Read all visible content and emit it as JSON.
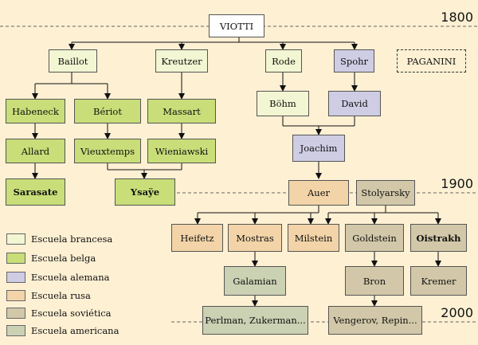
{
  "colors": {
    "background": "#fdf0d3",
    "frances": "#f3f6d2",
    "belga": "#c9de78",
    "alemana": "#cfcde4",
    "rusa": "#f2d4a8",
    "sovietica": "#d2c8a9",
    "americana": "#cbd1b3",
    "white": "#ffffff"
  },
  "years": {
    "y1800": "1800",
    "y1900": "1900",
    "y2000": "2000"
  },
  "nodes": {
    "viotti": "VIOTTI",
    "baillot": "Baillot",
    "kreutzer": "Kreutzer",
    "rode": "Rode",
    "spohr": "Spohr",
    "paganini": "PAGANINI",
    "habeneck": "Habeneck",
    "beriot": "Bériot",
    "massart": "Massart",
    "bohm": "Böhm",
    "david": "David",
    "allard": "Allard",
    "vieuxtemps": "Vieuxtemps",
    "wieniawski": "Wieniawski",
    "joachim": "Joachim",
    "sarasate": "Sarasate",
    "ysaye": "Ysaÿe",
    "auer": "Auer",
    "stolyarsky": "Stolyarsky",
    "heifetz": "Heifetz",
    "mostras": "Mostras",
    "milstein": "Milstein",
    "goldstein": "Goldstein",
    "oistrakh": "Oistrakh",
    "galamian": "Galamian",
    "bron": "Bron",
    "kremer": "Kremer",
    "perlman": "Perlman, Zukerman...",
    "vengerov": "Vengerov, Repin..."
  },
  "legend": [
    {
      "label": "Escuela brancesa",
      "color": "#f3f6d2"
    },
    {
      "label": "Escuela belga",
      "color": "#c9de78"
    },
    {
      "label": "Escuela alemana",
      "color": "#cfcde4"
    },
    {
      "label": "Escuela rusa",
      "color": "#f2d4a8"
    },
    {
      "label": "Escuela soviética",
      "color": "#d2c8a9"
    },
    {
      "label": "Escuela americana",
      "color": "#cbd1b3"
    }
  ]
}
